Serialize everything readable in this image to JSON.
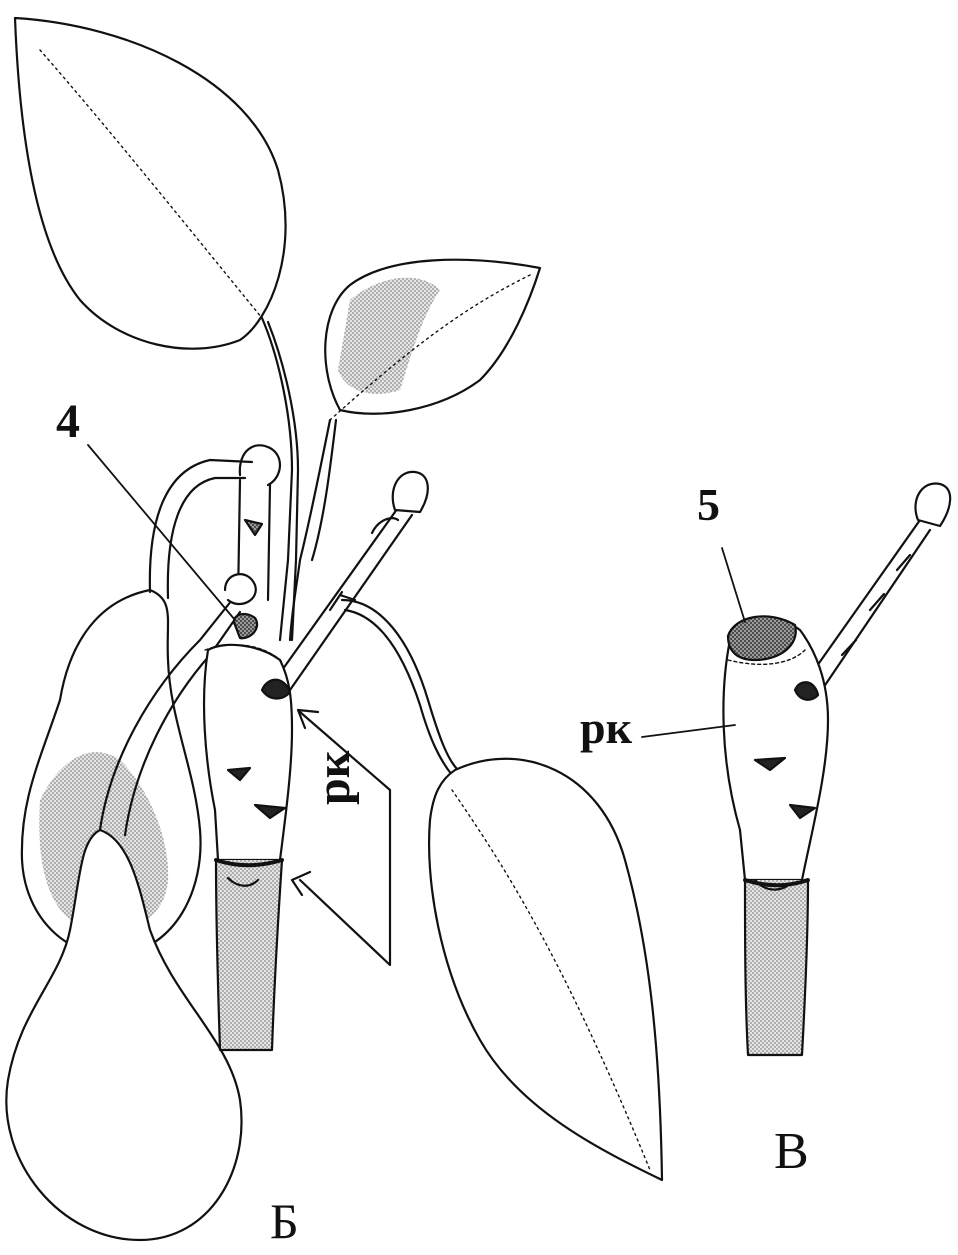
{
  "labels": {
    "four": "4",
    "five": "5",
    "rk_b": "рк",
    "rk_v": "рк",
    "panel_b": "Б",
    "panel_v": "В"
  },
  "colors": {
    "stroke": "#111111",
    "stipple": "#b8b8b8",
    "dark_stipple": "#6e6e6e",
    "background": "#ffffff"
  }
}
